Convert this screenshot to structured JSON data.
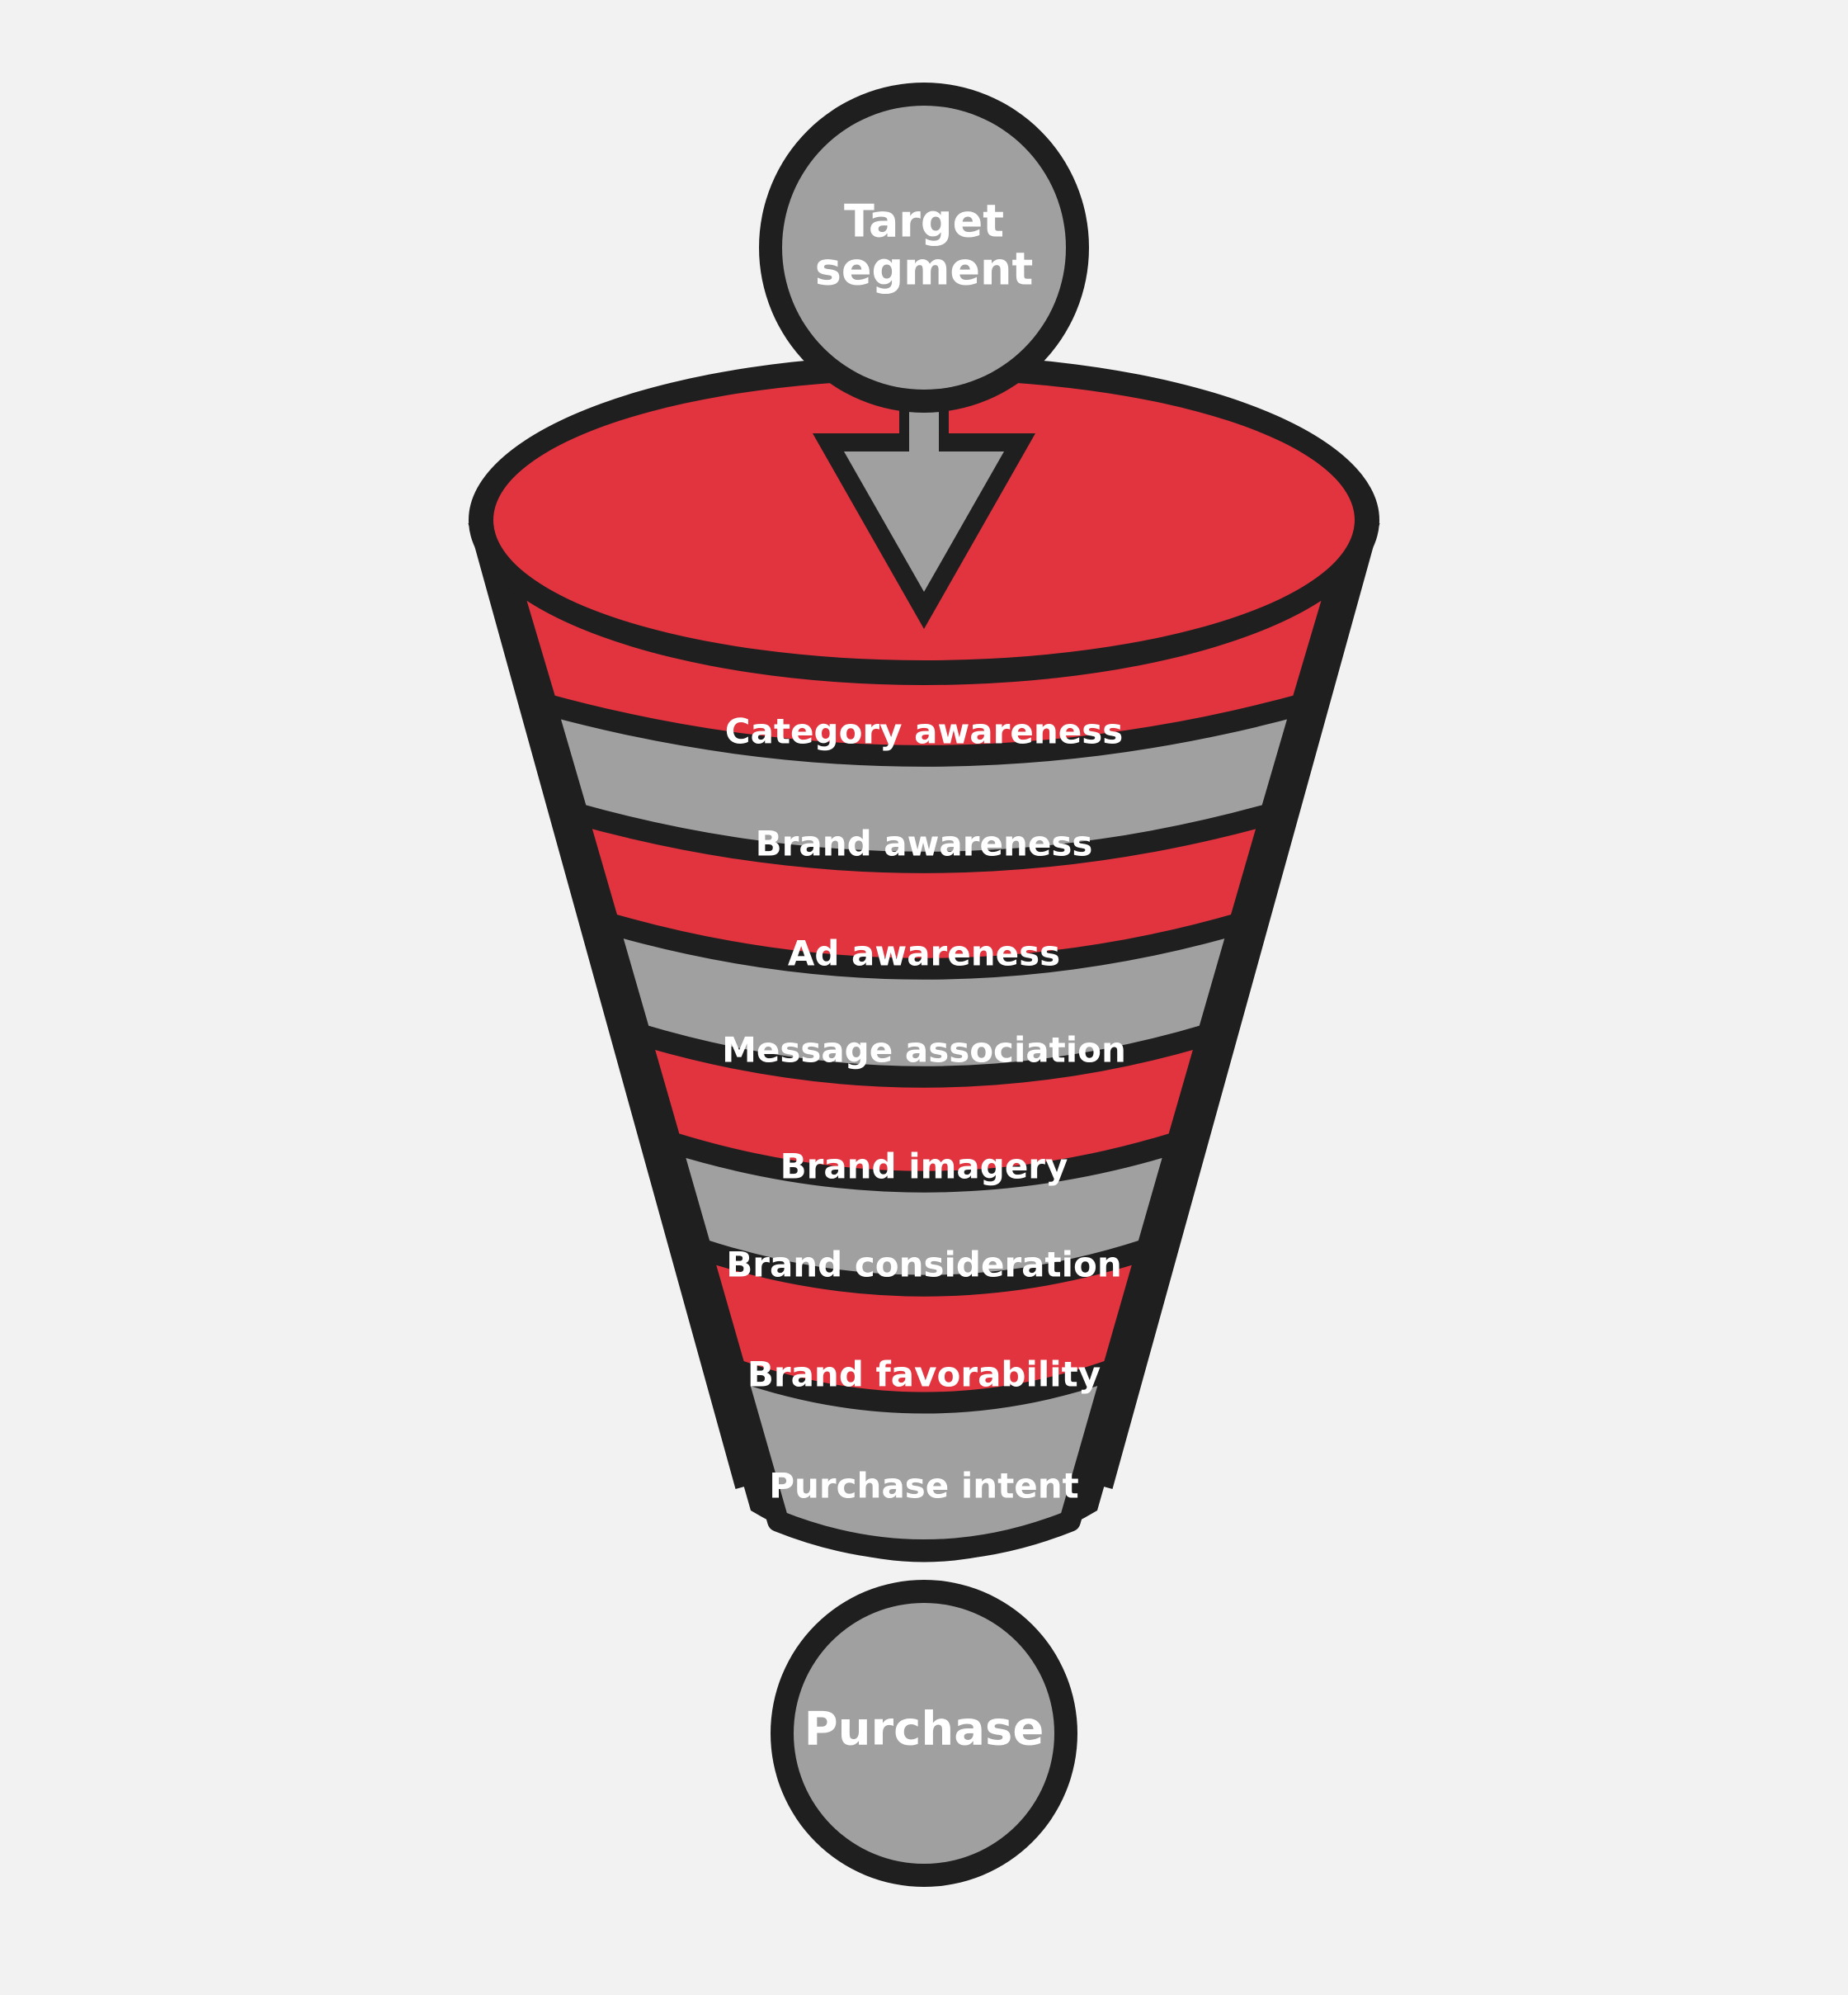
{
  "colors": {
    "background": "#f2f2f2",
    "red": "#e2343f",
    "gray": "#a0a0a0",
    "outline": "#1f1f1f",
    "text": "#ffffff"
  },
  "diagram": {
    "type": "conversion-funnel",
    "top_circle": {
      "line1": "Target",
      "line2": "segment"
    },
    "arrow_icon": "down-arrow-icon",
    "stages": [
      {
        "label": "Category awareness",
        "fill": "red"
      },
      {
        "label": "Brand awareness",
        "fill": "gray"
      },
      {
        "label": "Ad awareness",
        "fill": "red"
      },
      {
        "label": "Message association",
        "fill": "gray"
      },
      {
        "label": "Brand imagery",
        "fill": "red"
      },
      {
        "label": "Brand consideration",
        "fill": "gray"
      },
      {
        "label": "Brand favorability",
        "fill": "red"
      },
      {
        "label": "Purchase intent",
        "fill": "gray"
      }
    ],
    "bottom_circle": {
      "label": "Purchase"
    }
  }
}
